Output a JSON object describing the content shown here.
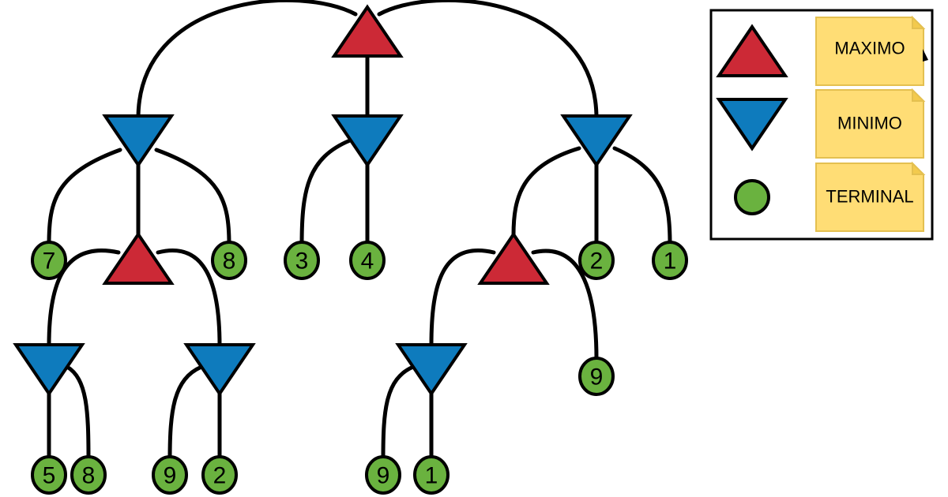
{
  "colors": {
    "max": "#cc2936",
    "min": "#0e7bbd",
    "terminal": "#6ab23f",
    "note": "#ffdd75",
    "note_fold": "#f3ca4d"
  },
  "tree": {
    "id": "root",
    "type": "max",
    "children": [
      {
        "id": "a",
        "type": "min",
        "children": [
          {
            "id": "a1",
            "type": "terminal",
            "value": "7"
          },
          {
            "id": "a2",
            "type": "max",
            "children": [
              {
                "id": "a2a",
                "type": "min",
                "children": [
                  {
                    "id": "a2a1",
                    "type": "terminal",
                    "value": "5"
                  },
                  {
                    "id": "a2a2",
                    "type": "terminal",
                    "value": "8"
                  }
                ]
              },
              {
                "id": "a2b",
                "type": "min",
                "children": [
                  {
                    "id": "a2b1",
                    "type": "terminal",
                    "value": "9"
                  },
                  {
                    "id": "a2b2",
                    "type": "terminal",
                    "value": "2"
                  }
                ]
              }
            ]
          },
          {
            "id": "a3",
            "type": "terminal",
            "value": "8"
          }
        ]
      },
      {
        "id": "b",
        "type": "min",
        "children": [
          {
            "id": "b1",
            "type": "terminal",
            "value": "3"
          },
          {
            "id": "b2",
            "type": "terminal",
            "value": "4"
          }
        ]
      },
      {
        "id": "c",
        "type": "min",
        "children": [
          {
            "id": "c1",
            "type": "max",
            "children": [
              {
                "id": "c1a",
                "type": "min",
                "children": [
                  {
                    "id": "c1a1",
                    "type": "terminal",
                    "value": "9"
                  },
                  {
                    "id": "c1a2",
                    "type": "terminal",
                    "value": "1"
                  }
                ]
              },
              {
                "id": "c1b",
                "type": "terminal",
                "value": "9"
              }
            ]
          },
          {
            "id": "c2",
            "type": "terminal",
            "value": "2"
          },
          {
            "id": "c3",
            "type": "terminal",
            "value": "1"
          }
        ]
      }
    ]
  },
  "legend": {
    "items": [
      {
        "symbol": "max",
        "label": "MAXIMO"
      },
      {
        "symbol": "min",
        "label": "MINIMO"
      },
      {
        "symbol": "terminal",
        "label": "TERMINAL"
      }
    ]
  }
}
